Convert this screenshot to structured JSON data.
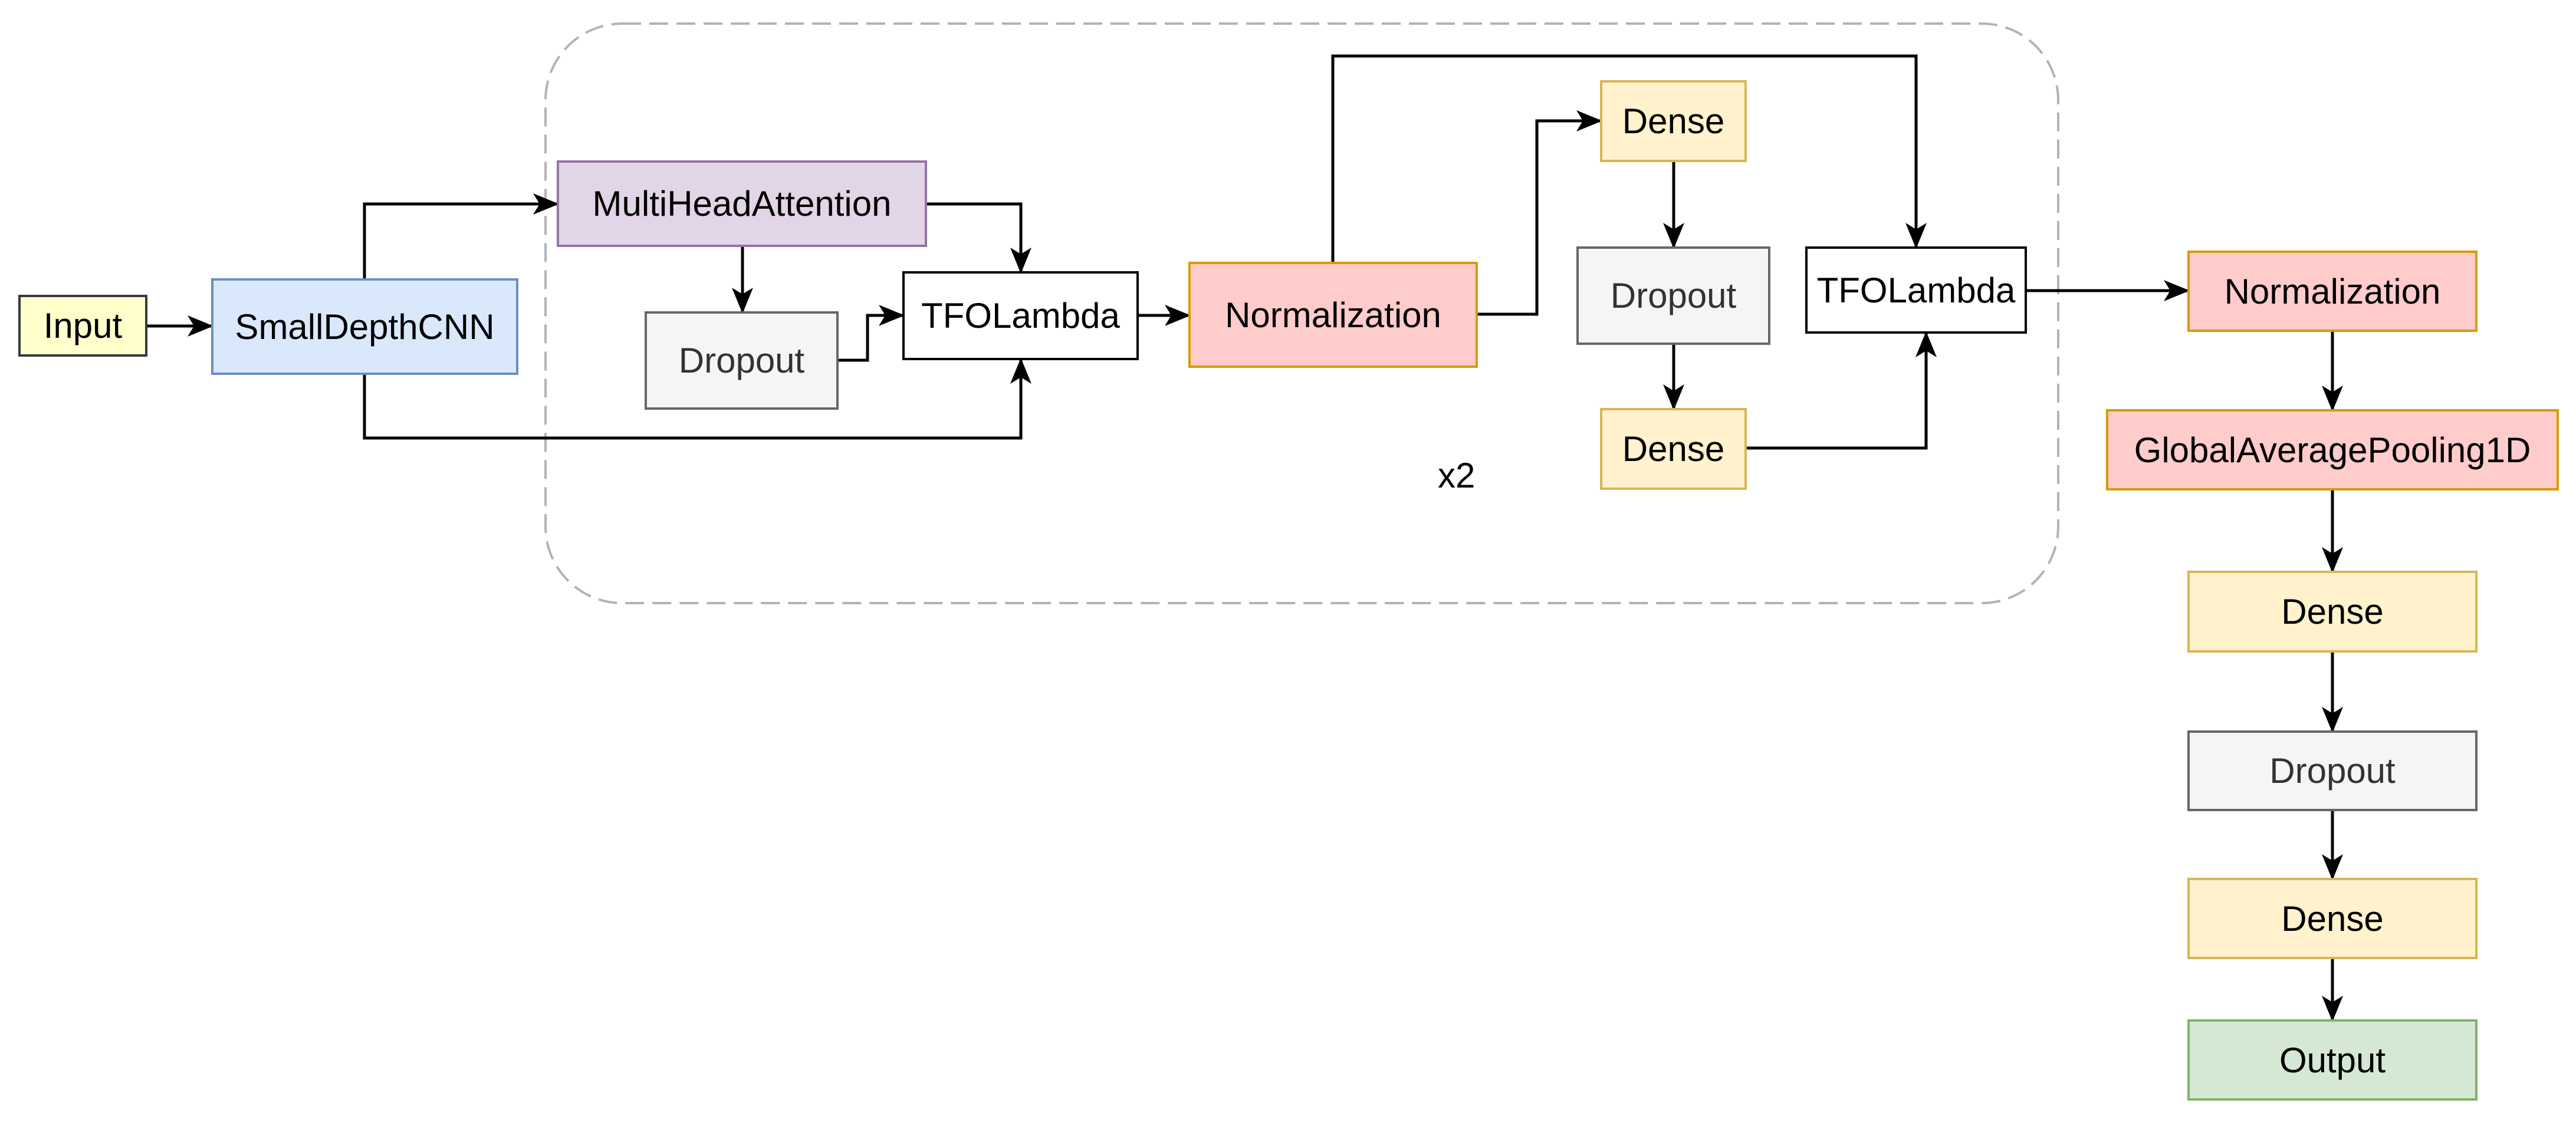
{
  "diagram": {
    "nodes": {
      "input": {
        "label": "Input"
      },
      "cnn": {
        "label": "SmallDepthCNN"
      },
      "mha": {
        "label": "MultiHeadAttention"
      },
      "drop1": {
        "label": "Dropout"
      },
      "tfo1": {
        "label": "TFOLambda"
      },
      "norm1": {
        "label": "Normalization"
      },
      "dense1": {
        "label": "Dense"
      },
      "drop2": {
        "label": "Dropout"
      },
      "dense2": {
        "label": "Dense"
      },
      "tfo2": {
        "label": "TFOLambda"
      },
      "norm2": {
        "label": "Normalization"
      },
      "gap": {
        "label": "GlobalAveragePooling1D"
      },
      "dense3": {
        "label": "Dense"
      },
      "drop3": {
        "label": "Dropout"
      },
      "dense4": {
        "label": "Dense"
      },
      "output": {
        "label": "Output"
      }
    },
    "repeat_block": {
      "label": "x2"
    },
    "edges": [
      [
        "input",
        "cnn"
      ],
      [
        "cnn",
        "mha"
      ],
      [
        "cnn",
        "tfo1"
      ],
      [
        "mha",
        "drop1"
      ],
      [
        "mha",
        "tfo1"
      ],
      [
        "drop1",
        "tfo1"
      ],
      [
        "tfo1",
        "norm1"
      ],
      [
        "norm1",
        "dense1"
      ],
      [
        "norm1",
        "tfo2"
      ],
      [
        "dense1",
        "drop2"
      ],
      [
        "drop2",
        "dense2"
      ],
      [
        "dense2",
        "tfo2"
      ],
      [
        "tfo2",
        "norm2"
      ],
      [
        "norm2",
        "gap"
      ],
      [
        "gap",
        "dense3"
      ],
      [
        "dense3",
        "drop3"
      ],
      [
        "drop3",
        "dense4"
      ],
      [
        "dense4",
        "output"
      ]
    ],
    "colors": {
      "input": "#ffffcc",
      "cnn": "#dae8fc",
      "attention": "#e1d5e7",
      "dropout": "#f5f5f5",
      "lambda": "#ffffff",
      "normalization": "#ffcccc",
      "dense": "#fff2cc",
      "output": "#d5e8d4",
      "repeat_border": "#b3b3b3",
      "edge": "#000000"
    }
  }
}
